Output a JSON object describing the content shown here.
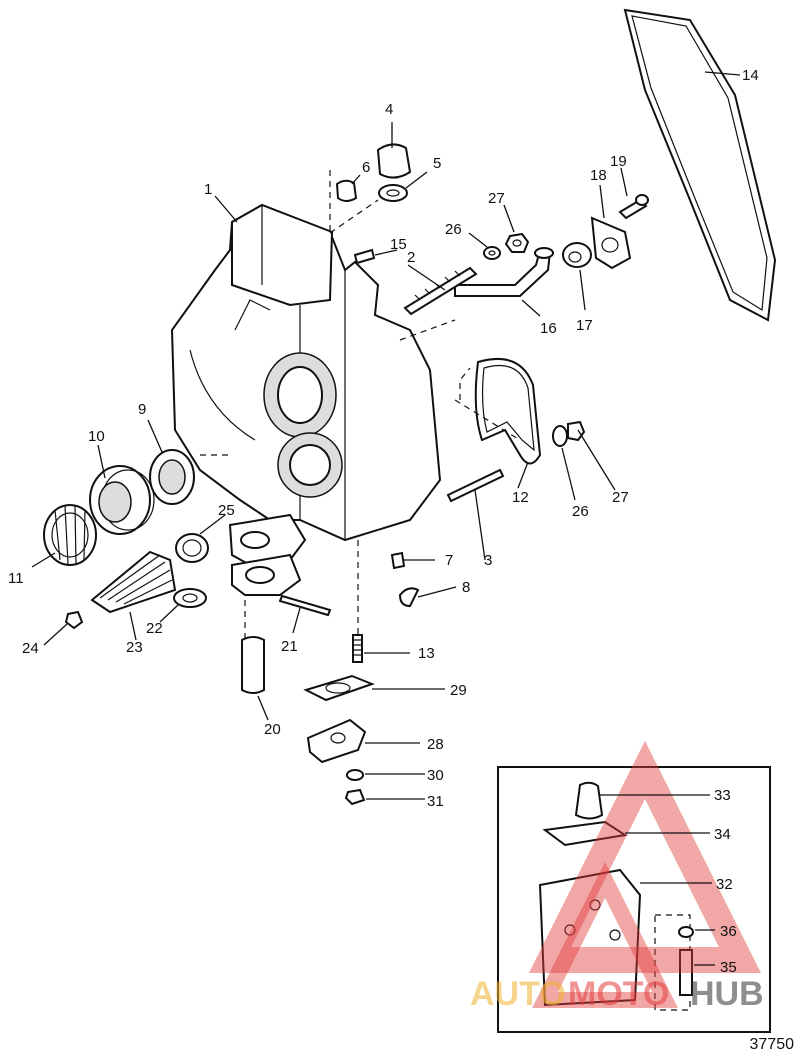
{
  "figure_number": "37750",
  "watermark": {
    "left": "AUTO",
    "mid": "MOTO",
    "right": "HUB",
    "color": "#e23b3b"
  },
  "callouts": [
    "1",
    "2",
    "3",
    "4",
    "5",
    "6",
    "7",
    "8",
    "9",
    "10",
    "11",
    "12",
    "13",
    "14",
    "15",
    "16",
    "17",
    "18",
    "19",
    "20",
    "21",
    "22",
    "23",
    "24",
    "25",
    "26",
    "26",
    "27",
    "27",
    "28",
    "29",
    "30",
    "31",
    "32",
    "33",
    "34",
    "35",
    "36"
  ]
}
